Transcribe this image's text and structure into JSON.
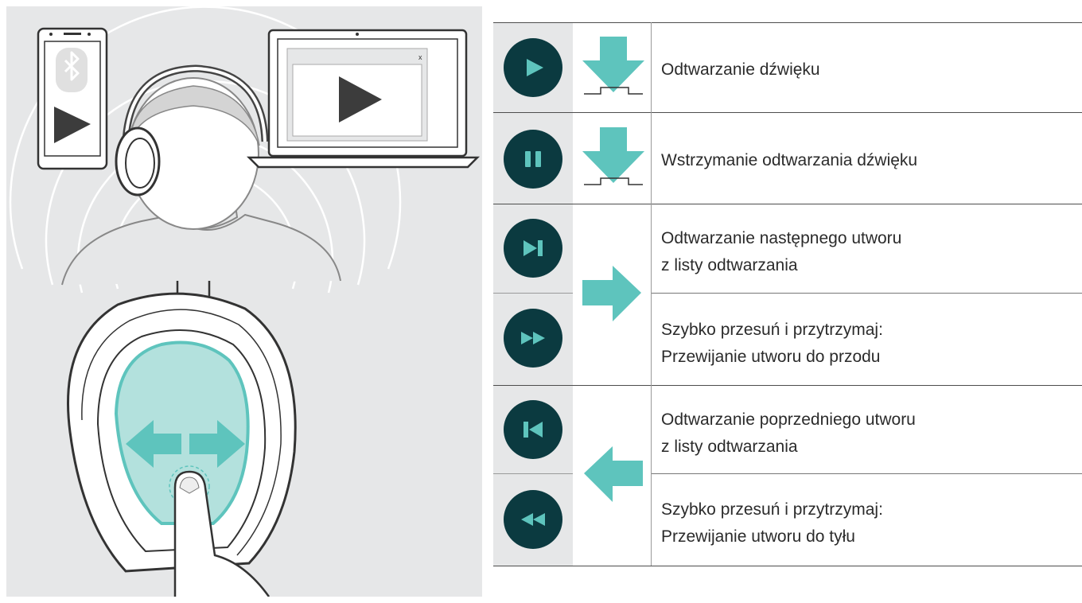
{
  "illustration": {
    "window_close_label": "x",
    "phone_icon": "bluetooth-icon",
    "play_icon": "play-icon"
  },
  "controls": [
    {
      "icon": "play-icon",
      "gesture": "tap-down-arrow",
      "lines": [
        "Odtwarzanie dźwięku"
      ]
    },
    {
      "icon": "pause-icon",
      "gesture": "tap-down-arrow",
      "lines": [
        "Wstrzymanie odtwarzania dźwięku"
      ]
    },
    {
      "icon": "next-track-icon",
      "gesture": "swipe-right-arrow",
      "lines": [
        "Odtwarzanie następnego utworu",
        "z listy odtwarzania"
      ]
    },
    {
      "icon": "fast-forward-icon",
      "gesture": "swipe-right-arrow",
      "lines": [
        "Szybko przesuń i przytrzymaj:",
        "Przewijanie utworu do przodu"
      ]
    },
    {
      "icon": "previous-track-icon",
      "gesture": "swipe-left-arrow",
      "lines": [
        "Odtwarzanie poprzedniego utworu",
        "z listy odtwarzania"
      ]
    },
    {
      "icon": "rewind-icon",
      "gesture": "swipe-left-arrow",
      "lines": [
        "Szybko przesuń i przytrzymaj:",
        "Przewijanie utworu do tyłu"
      ]
    }
  ],
  "colors": {
    "icon_circle": "#0b3a40",
    "icon_glyph": "#5ec4bd",
    "gesture_arrow": "#5ec4bd",
    "panel_background": "#e6e7e8"
  }
}
